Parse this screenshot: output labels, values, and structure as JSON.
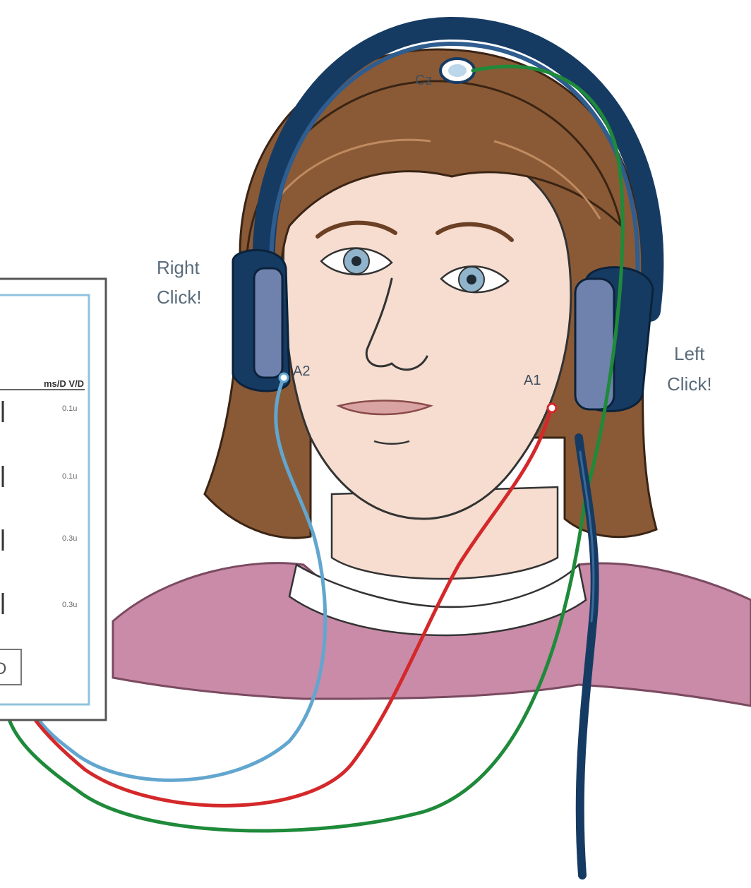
{
  "labels": {
    "right_click": [
      "Right",
      "Click!"
    ],
    "left_click": [
      "Left",
      "Click!"
    ],
    "electrodes": {
      "vertex": "Cz",
      "right_ear": "A2",
      "left_ear": "A1"
    }
  },
  "panel": {
    "header": "ms/D V/D",
    "values": [
      "0.1u",
      "0.1u",
      "0.3u",
      "0.3u"
    ],
    "button_glyph": "D"
  },
  "colors": {
    "hair": "#8a5a36",
    "skin": "#f6ddd0",
    "shirt": "#c98ba8",
    "headband": "#163b63",
    "earcup": "#6f82ad",
    "wire_blue": "#62a6cf",
    "wire_red": "#d4282a",
    "wire_green": "#1e8a3a",
    "cable_navy": "#163b63",
    "label": "#5a6b7a"
  }
}
